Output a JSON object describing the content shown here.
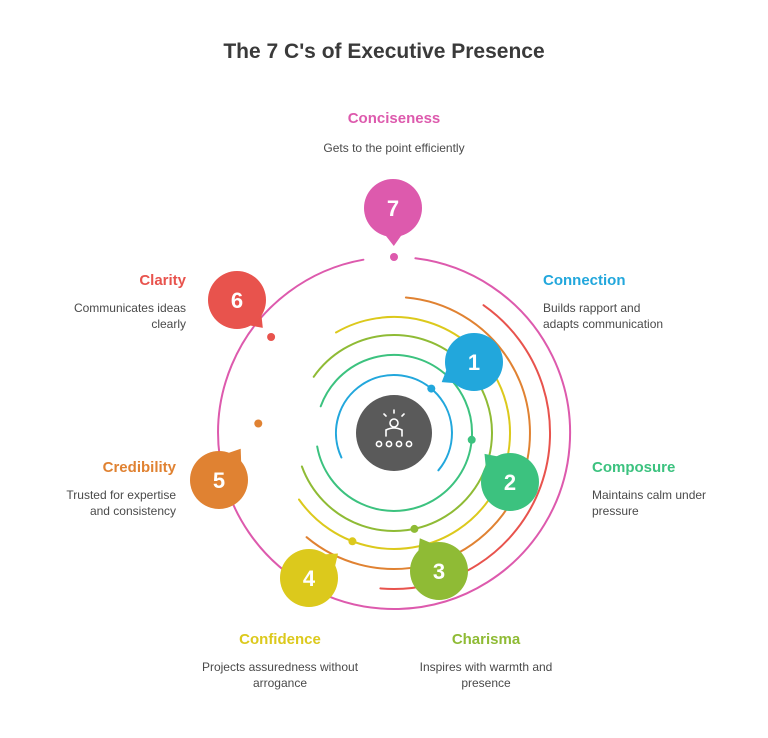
{
  "title": "The 7 C's of Executive Presence",
  "center_icon": "presenter-audience-icon",
  "colors": {
    "c1": "#22a7dc",
    "c2": "#3cc27f",
    "c3": "#8fbb35",
    "c4": "#dcc91c",
    "c5": "#e08232",
    "c6": "#e8534d",
    "c7": "#dd5aad",
    "center": "#5a5a5a"
  },
  "items": [
    {
      "number": "1",
      "title": "Connection",
      "desc1": "Builds rapport and",
      "desc2": "adapts communication"
    },
    {
      "number": "2",
      "title": "Composure",
      "desc1": "Maintains calm under",
      "desc2": "pressure"
    },
    {
      "number": "3",
      "title": "Charisma",
      "desc1": "Inspires with warmth and",
      "desc2": "presence"
    },
    {
      "number": "4",
      "title": "Confidence",
      "desc1": "Projects assuredness without",
      "desc2": "arrogance"
    },
    {
      "number": "5",
      "title": "Credibility",
      "desc1": "Trusted for expertise",
      "desc2": "and consistency"
    },
    {
      "number": "6",
      "title": "Clarity",
      "desc1": "Communicates ideas",
      "desc2": "clearly"
    },
    {
      "number": "7",
      "title": "Conciseness",
      "desc1": "Gets to the point efficiently",
      "desc2": ""
    }
  ]
}
